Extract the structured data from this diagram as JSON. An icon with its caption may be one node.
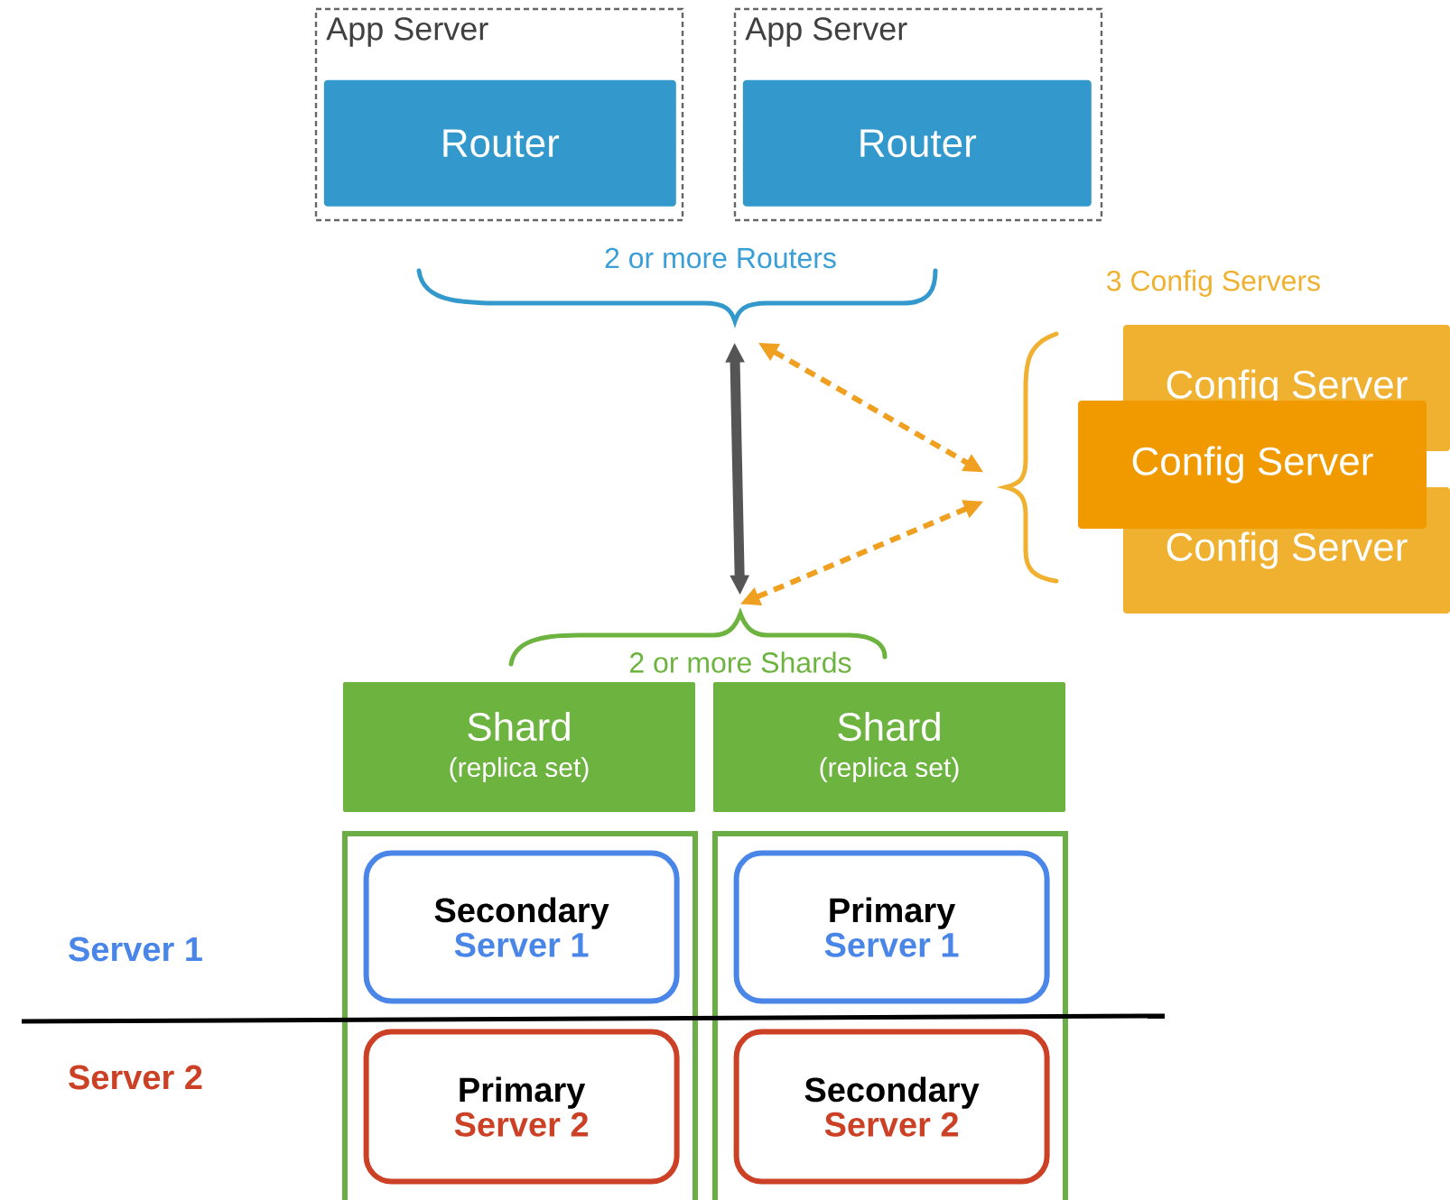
{
  "diagram": {
    "nodes": [
      {
        "text": [
          "App Server"
        ]
      },
      {
        "text": [
          "Router"
        ],
        "in": 0
      },
      {
        "text": [
          "App Server"
        ]
      },
      {
        "text": [
          "Router"
        ],
        "in": 2
      },
      {
        "text": [],
        "shape": "brace",
        "beside": [
          "2 or more Routers"
        ]
      },
      {
        "text": [],
        "shape": "brace"
      },
      {
        "text": [
          "Config Server"
        ]
      },
      {
        "text": [
          "Config Server"
        ]
      },
      {
        "text": [
          "Config Server"
        ]
      },
      {
        "text": [],
        "shape": "brace"
      },
      {
        "text": [
          "Shard",
          "(replica set)"
        ]
      },
      {
        "text": [
          "Shard",
          "(replica set)"
        ]
      },
      {
        "text": [],
        "shape": "box"
      },
      {
        "text": [
          "Secondary",
          "Server 1"
        ],
        "in": 12
      },
      {
        "text": [
          "Primary",
          "Server 2"
        ],
        "in": 12
      },
      {
        "text": [],
        "shape": "box"
      },
      {
        "text": [
          "Primary",
          "Server 1"
        ],
        "in": 15
      },
      {
        "text": [
          "Secondary",
          "Server 2"
        ],
        "in": 15
      }
    ],
    "edges": [
      {
        "from": 4,
        "to": 9,
        "arrow": "both",
        "style": "thick",
        "color": "#555555"
      },
      {
        "from": 4,
        "to": 5,
        "arrow": "both",
        "style": "dashed",
        "color": "#f0a020"
      },
      {
        "from": 9,
        "to": 5,
        "arrow": "both",
        "style": "dashed",
        "color": "#f0a020"
      }
    ],
    "labels": [
      "3 Config Servers",
      "2 or more Shards",
      "Server 1",
      "Server 2"
    ]
  }
}
